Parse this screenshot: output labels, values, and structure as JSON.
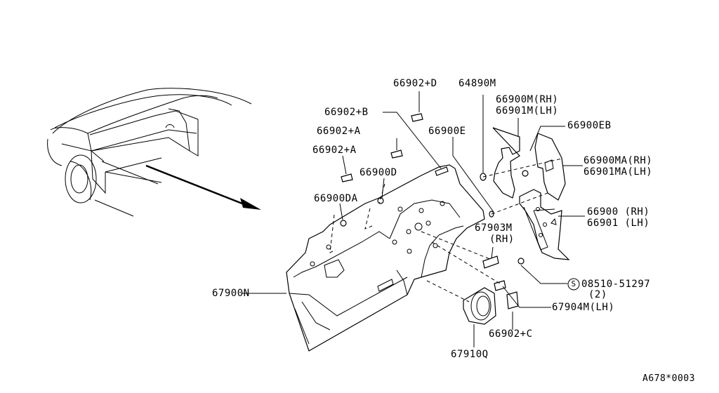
{
  "labels": {
    "p66902d": "66902+D",
    "p64890m": "64890M",
    "p66902b": "66902+B",
    "p66900m_rh": "66900M(RH)",
    "p66901m_lh": "66901M(LH)",
    "p66902a_1": "66902+A",
    "p66900e": "66900E",
    "p66900eb": "66900EB",
    "p66902a_2": "66902+A",
    "p66900ma_rh": "66900MA(RH)",
    "p66901ma_lh": "66901MA(LH)",
    "p66900d": "66900D",
    "p66900da": "66900DA",
    "p66900_rh": "66900 (RH)",
    "p66901_lh": "66901 (LH)",
    "p67903m": "67903M",
    "p67903m_rh": "(RH)",
    "p67900n": "67900N",
    "p08510": "08510-51297",
    "p08510_qty": "(2)",
    "p67904m_lh": "67904M(LH)",
    "p66902c": "66902+C",
    "p67910q": "67910Q",
    "screw_symbol": "S",
    "figure_code": "A678*0003"
  }
}
